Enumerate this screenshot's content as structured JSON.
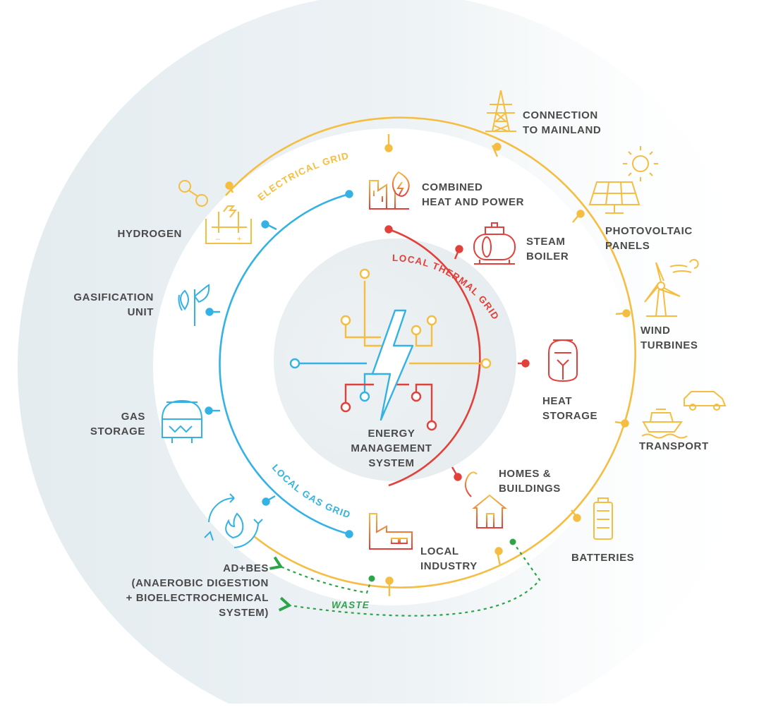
{
  "colors": {
    "electrical": "#f5bd41",
    "thermal": "#e2403a",
    "gas": "#34b2e4",
    "waste": "#2da44a",
    "label": "#4a4a4a",
    "halo": "#e7eef2"
  },
  "grids": {
    "electrical": "ELECTRICAL GRID",
    "thermal": "LOCAL THERMAL GRID",
    "gas": "LOCAL GAS GRID",
    "waste": "WASTE"
  },
  "center": {
    "line1": "ENERGY",
    "line2": "MANAGEMENT",
    "line3": "SYSTEM"
  },
  "nodes": {
    "mainland": {
      "line1": "CONNECTION",
      "line2": "TO MAINLAND",
      "icon": "transmission-tower-icon"
    },
    "chp": {
      "line1": "COMBINED",
      "line2": "HEAT AND POWER",
      "icon": "chp-plant-icon"
    },
    "pv": {
      "line1": "PHOTOVOLTAIC",
      "line2": "PANELS",
      "icon": "solar-panel-icon"
    },
    "steam": {
      "line1": "STEAM",
      "line2": "BOILER",
      "icon": "boiler-icon"
    },
    "hydrogen": {
      "line1": "HYDROGEN",
      "icon": "electrolyser-icon"
    },
    "gasification": {
      "line1": "GASIFICATION",
      "line2": "UNIT",
      "icon": "leaf-icon"
    },
    "wind": {
      "line1": "WIND",
      "line2": "TURBINES",
      "icon": "wind-turbine-icon"
    },
    "heat": {
      "line1": "HEAT",
      "line2": "STORAGE",
      "icon": "heat-tank-icon"
    },
    "gasstorage": {
      "line1": "GAS",
      "line2": "STORAGE",
      "icon": "gas-tank-icon"
    },
    "transport": {
      "line1": "TRANSPORT",
      "icon": "car-ship-icon"
    },
    "homes": {
      "line1": "HOMES &",
      "line2": "BUILDINGS",
      "icon": "house-icon"
    },
    "batteries": {
      "line1": "BATTERIES",
      "icon": "battery-icon"
    },
    "industry": {
      "line1": "LOCAL",
      "line2": "INDUSTRY",
      "icon": "factory-icon"
    },
    "adbes": {
      "line1": "AD+BES",
      "line2": "(ANAEROBIC DIGESTION",
      "line3": "+ BIOELECTROCHEMICAL",
      "line4": "SYSTEM)",
      "icon": "recycle-flame-icon"
    }
  }
}
